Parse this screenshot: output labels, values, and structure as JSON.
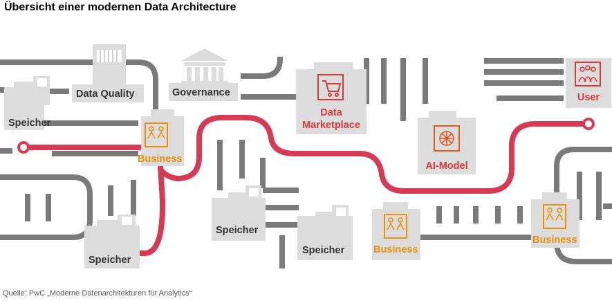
{
  "title": "Übersicht einer modernen Data Architecture",
  "source": "Quelle: PwC „Moderne Datenarchitekturen für Analytics“",
  "labels": {
    "data_quality": "Data Quality",
    "governance": "Governance",
    "speicher_1": "Speicher",
    "business_1": "Business",
    "data_marketplace_1": "Data",
    "data_marketplace_2": "Marketplace",
    "ai_model": "AI-Model",
    "user": "User",
    "speicher_2": "Speicher",
    "speicher_3": "Speicher",
    "speicher_4": "Speicher",
    "business_2": "Business",
    "business_3": "Business"
  },
  "colors": {
    "road": "#7a7a7a",
    "route": "#d63a55",
    "box": "#dddddd",
    "orange": "#e8920c",
    "red": "#d33a3a",
    "label_grey": "#333333"
  },
  "icons": {
    "bank": "bank-icon",
    "cart": "shopping-cart-icon",
    "brain": "ai-brain-icon",
    "user": "user-group-icon",
    "business": "business-people-icon",
    "server": "server-rack-icon",
    "storage": "storage-box-icon"
  }
}
